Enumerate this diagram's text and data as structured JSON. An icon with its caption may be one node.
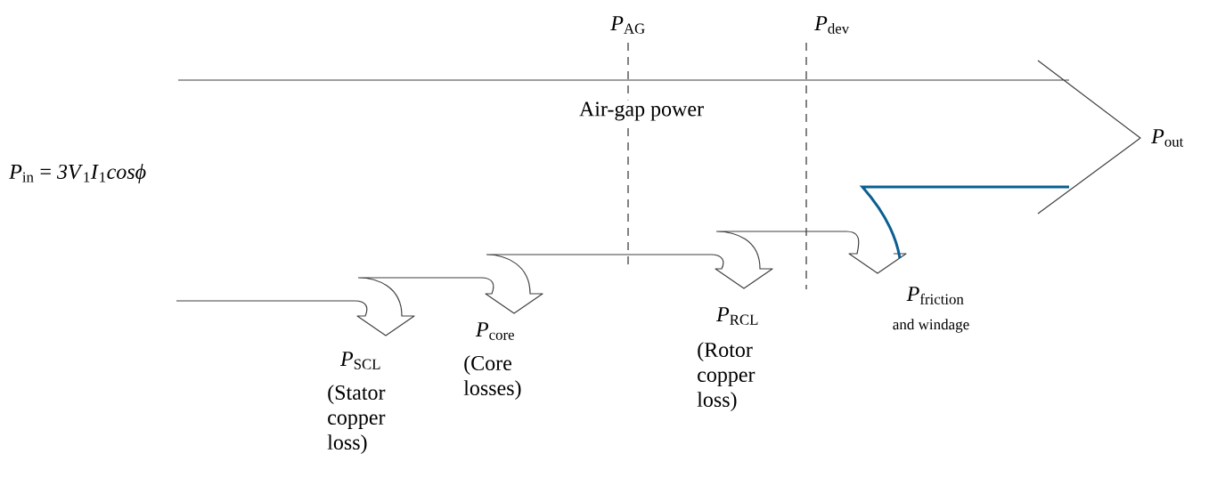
{
  "diagram": {
    "labels": [
      "*P*$_{AG}$",
      "*P*$_{dev}$",
      "Air-gap power",
      "*P*$_{out}$",
      "*P*$_{in}$ = *3V*$_{1}$*I*$_{1}$*cosϕ*",
      "*P*$_{SCL}$",
      "(Stator copper loss)",
      "*P*$_{core}$",
      "(Core losses)",
      "*P*$_{RCL}$",
      "(Rotor copper loss)",
      "*P*$_{friction}$",
      "and windage"
    ]
  }
}
